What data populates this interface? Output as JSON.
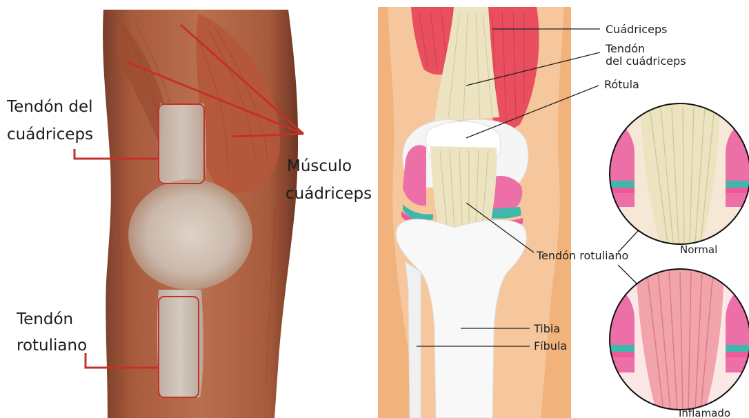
{
  "left_figure": {
    "labels": {
      "quad_tendon_line1": "Tendón del",
      "quad_tendon_line2": "cuádriceps",
      "quad_muscle_line1": "Músculo",
      "quad_muscle_line2": "cuádriceps",
      "patellar_tendon_line1": "Tendón",
      "patellar_tendon_line2": "rotuliano"
    },
    "colors": {
      "annotation": "#c4302b",
      "muscle": "#b8664a",
      "tendon": "#d9d5cc"
    }
  },
  "right_figure": {
    "labels": {
      "quadriceps": "Cuádriceps",
      "quad_tendon_line1": "Tendón",
      "quad_tendon_line2": "del cuádriceps",
      "patella": "Rótula",
      "patellar_tendon": "Tendón rotuliano",
      "tibia": "Tibia",
      "fibula": "Fíbula",
      "normal": "Normal",
      "inflamed": "Inflamado"
    },
    "colors": {
      "skin": "#f1b27b",
      "muscle": "#e94f5e",
      "tendon": "#ece4c0",
      "cartilage": "#ec6fa7",
      "meniscus": "#3eb7ad",
      "inflamed": "#f1a4ab"
    }
  }
}
